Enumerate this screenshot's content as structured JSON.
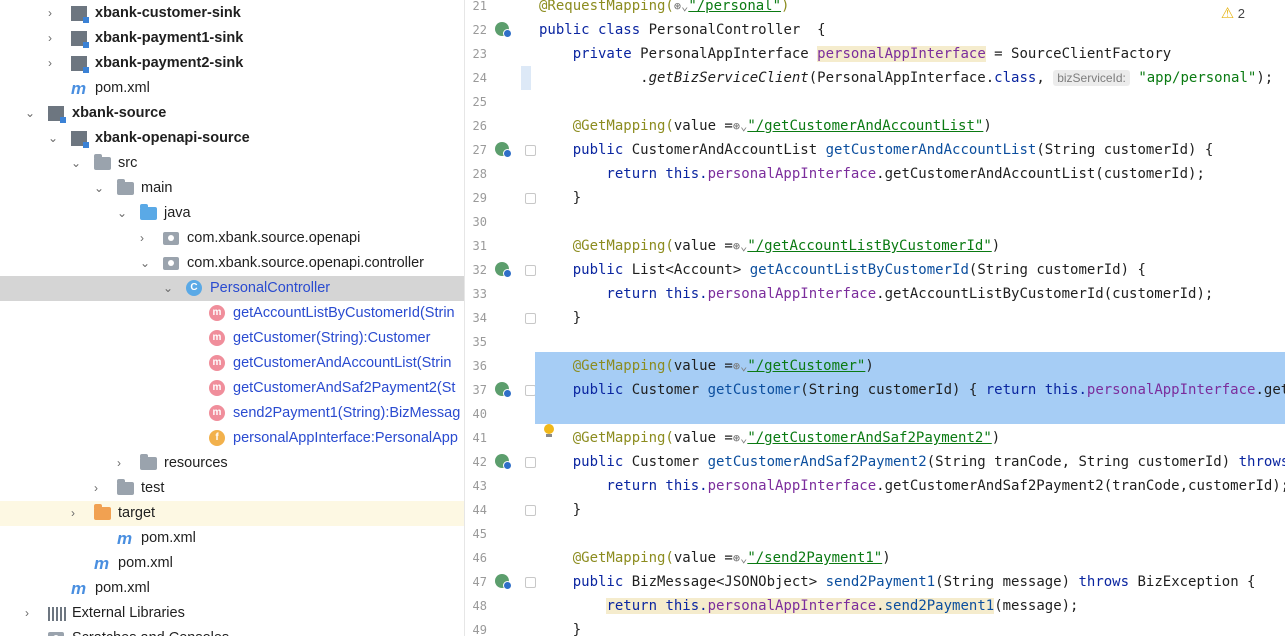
{
  "tree": [
    {
      "label": "xbank-customer-sink",
      "indent": 1,
      "chev": "›",
      "icon": "module",
      "bold": true
    },
    {
      "label": "xbank-payment1-sink",
      "indent": 1,
      "chev": "›",
      "icon": "module",
      "bold": true
    },
    {
      "label": "xbank-payment2-sink",
      "indent": 1,
      "chev": "›",
      "icon": "module",
      "bold": true
    },
    {
      "label": "pom.xml",
      "indent": 1,
      "chev": "",
      "icon": "maven",
      "bold": false
    },
    {
      "label": "xbank-source",
      "indent": 0,
      "chev": "⌄",
      "icon": "module",
      "bold": true
    },
    {
      "label": "xbank-openapi-source",
      "indent": 1,
      "chev": "⌄",
      "icon": "module",
      "bold": true
    },
    {
      "label": "src",
      "indent": 2,
      "chev": "⌄",
      "icon": "folder",
      "bold": false
    },
    {
      "label": "main",
      "indent": 3,
      "chev": "⌄",
      "icon": "folder",
      "bold": false
    },
    {
      "label": "java",
      "indent": 4,
      "chev": "⌄",
      "icon": "folder-blue",
      "bold": false
    },
    {
      "label": "com.xbank.source.openapi",
      "indent": 5,
      "chev": "›",
      "icon": "package",
      "bold": false
    },
    {
      "label": "com.xbank.source.openapi.controller",
      "indent": 5,
      "chev": "⌄",
      "icon": "package",
      "bold": false
    },
    {
      "label": "PersonalController",
      "indent": 6,
      "chev": "⌄",
      "icon": "class",
      "bold": false,
      "selected": true,
      "blue": true
    },
    {
      "label": "getAccountListByCustomerId(Strin",
      "indent": 7,
      "chev": "",
      "icon": "method",
      "bold": false,
      "blue": true
    },
    {
      "label": "getCustomer(String):Customer",
      "indent": 7,
      "chev": "",
      "icon": "method",
      "bold": false,
      "blue": true
    },
    {
      "label": "getCustomerAndAccountList(Strin",
      "indent": 7,
      "chev": "",
      "icon": "method",
      "bold": false,
      "blue": true
    },
    {
      "label": "getCustomerAndSaf2Payment2(St",
      "indent": 7,
      "chev": "",
      "icon": "method",
      "bold": false,
      "blue": true
    },
    {
      "label": "send2Payment1(String):BizMessag",
      "indent": 7,
      "chev": "",
      "icon": "method",
      "bold": false,
      "blue": true
    },
    {
      "label": "personalAppInterface:PersonalApp",
      "indent": 7,
      "chev": "",
      "icon": "field",
      "bold": false,
      "blue": true
    },
    {
      "label": "resources",
      "indent": 4,
      "chev": "›",
      "icon": "folder-res",
      "bold": false
    },
    {
      "label": "test",
      "indent": 3,
      "chev": "›",
      "icon": "folder",
      "bold": false
    },
    {
      "label": "target",
      "indent": 2,
      "chev": "›",
      "icon": "folder-orange",
      "bold": false,
      "highlight": true
    },
    {
      "label": "pom.xml",
      "indent": 3,
      "chev": "",
      "icon": "maven",
      "bold": false
    },
    {
      "label": "pom.xml",
      "indent": 2,
      "chev": "",
      "icon": "maven",
      "bold": false
    },
    {
      "label": "pom.xml",
      "indent": 1,
      "chev": "",
      "icon": "maven",
      "bold": false
    },
    {
      "label": "External Libraries",
      "indent": 0,
      "chev": "›",
      "icon": "libs",
      "bold": false
    },
    {
      "label": "Scratches and Consoles",
      "indent": 0,
      "chev": "›",
      "icon": "scratch",
      "bold": false
    }
  ],
  "icons": {
    "c": "C",
    "m": "m",
    "f": "f"
  },
  "editor": {
    "warning_count": "2",
    "line_numbers": [
      "21",
      "22",
      "23",
      "24",
      "25",
      "26",
      "27",
      "28",
      "29",
      "30",
      "31",
      "32",
      "33",
      "34",
      "35",
      "36",
      "37",
      "40",
      "41",
      "42",
      "43",
      "44",
      "45",
      "46",
      "47",
      "48",
      "49"
    ],
    "lines": [
      [
        {
          "t": "@RequestMapping(",
          "c": "ann"
        },
        {
          "t": "⊛⌄",
          "c": "globe"
        },
        {
          "t": "\"/personal\"",
          "c": "url"
        },
        {
          "t": ")",
          "c": "ann"
        }
      ],
      [
        {
          "t": "public class ",
          "c": "kw"
        },
        {
          "t": "PersonalController  {",
          "c": ""
        }
      ],
      [
        {
          "t": "    private ",
          "c": "kw"
        },
        {
          "t": "PersonalAppInterface ",
          "c": ""
        },
        {
          "t": "personalAppInterface",
          "c": "fld hlv"
        },
        {
          "t": " = SourceClientFactory",
          "c": ""
        }
      ],
      [
        {
          "t": "            .",
          "c": ""
        },
        {
          "t": "getBizServiceClient",
          "c": "ital"
        },
        {
          "t": "(PersonalAppInterface.",
          "c": ""
        },
        {
          "t": "class",
          "c": "kw"
        },
        {
          "t": ", ",
          "c": ""
        },
        {
          "t": "bizServiceId:",
          "c": "hint"
        },
        {
          "t": " \"app/personal\"",
          "c": "str"
        },
        {
          "t": ");",
          "c": ""
        }
      ],
      [],
      [
        {
          "t": "    @GetMapping(",
          "c": "ann"
        },
        {
          "t": "value =",
          "c": ""
        },
        {
          "t": "⊛⌄",
          "c": "globe"
        },
        {
          "t": "\"/getCustomerAndAccountList\"",
          "c": "url"
        },
        {
          "t": ")",
          "c": ""
        }
      ],
      [
        {
          "t": "    public ",
          "c": "kw"
        },
        {
          "t": "CustomerAndAccountList ",
          "c": ""
        },
        {
          "t": "getCustomerAndAccountList",
          "c": "mth"
        },
        {
          "t": "(String customerId) {",
          "c": ""
        }
      ],
      [
        {
          "t": "        return this.",
          "c": "kw"
        },
        {
          "t": "personalAppInterface",
          "c": "fld"
        },
        {
          "t": ".getCustomerAndAccountList(customerId);",
          "c": ""
        }
      ],
      [
        {
          "t": "    }",
          "c": ""
        }
      ],
      [],
      [
        {
          "t": "    @GetMapping(",
          "c": "ann"
        },
        {
          "t": "value =",
          "c": ""
        },
        {
          "t": "⊛⌄",
          "c": "globe"
        },
        {
          "t": "\"/getAccountListByCustomerId\"",
          "c": "url"
        },
        {
          "t": ")",
          "c": ""
        }
      ],
      [
        {
          "t": "    public ",
          "c": "kw"
        },
        {
          "t": "List<Account> ",
          "c": ""
        },
        {
          "t": "getAccountListByCustomerId",
          "c": "mth"
        },
        {
          "t": "(String customerId) {",
          "c": ""
        }
      ],
      [
        {
          "t": "        return this.",
          "c": "kw"
        },
        {
          "t": "personalAppInterface",
          "c": "fld"
        },
        {
          "t": ".getAccountListByCustomerId(customerId);",
          "c": ""
        }
      ],
      [
        {
          "t": "    }",
          "c": ""
        }
      ],
      [],
      [
        {
          "t": "    @GetMapping(",
          "c": "ann"
        },
        {
          "t": "value =",
          "c": ""
        },
        {
          "t": "⊛⌄",
          "c": "globe"
        },
        {
          "t": "\"/getCustomer\"",
          "c": "url"
        },
        {
          "t": ")",
          "c": ""
        }
      ],
      [
        {
          "t": "    public ",
          "c": "kw"
        },
        {
          "t": "Customer ",
          "c": ""
        },
        {
          "t": "getCustomer",
          "c": "mth"
        },
        {
          "t": "(String customerId) { ",
          "c": ""
        },
        {
          "t": "return this.",
          "c": "kw"
        },
        {
          "t": "personalAppInterface",
          "c": "fld"
        },
        {
          "t": ".getCustomer(customerId); }",
          "c": ""
        }
      ],
      [],
      [
        {
          "t": "    @GetMapping(",
          "c": "ann"
        },
        {
          "t": "value =",
          "c": ""
        },
        {
          "t": "⊛⌄",
          "c": "globe"
        },
        {
          "t": "\"/getCustomerAndSaf2Payment2\"",
          "c": "url"
        },
        {
          "t": ")",
          "c": ""
        }
      ],
      [
        {
          "t": "    public ",
          "c": "kw"
        },
        {
          "t": "Customer ",
          "c": ""
        },
        {
          "t": "getCustomerAndSaf2Payment2",
          "c": "mth"
        },
        {
          "t": "(String tranCode, String customerId) ",
          "c": ""
        },
        {
          "t": "throws",
          "c": "kw"
        }
      ],
      [
        {
          "t": "        return this.",
          "c": "kw"
        },
        {
          "t": "personalAppInterface",
          "c": "fld"
        },
        {
          "t": ".getCustomerAndSaf2Payment2(tranCode,customerId);",
          "c": ""
        }
      ],
      [
        {
          "t": "    }",
          "c": ""
        }
      ],
      [],
      [
        {
          "t": "    @GetMapping(",
          "c": "ann"
        },
        {
          "t": "value =",
          "c": ""
        },
        {
          "t": "⊛⌄",
          "c": "globe"
        },
        {
          "t": "\"/send2Payment1\"",
          "c": "url"
        },
        {
          "t": ")",
          "c": ""
        }
      ],
      [
        {
          "t": "    public ",
          "c": "kw"
        },
        {
          "t": "BizMessage<JSONObject> ",
          "c": ""
        },
        {
          "t": "send2Payment1",
          "c": "mth"
        },
        {
          "t": "(String message) ",
          "c": ""
        },
        {
          "t": "throws ",
          "c": "kw"
        },
        {
          "t": "BizException {",
          "c": ""
        }
      ],
      [
        {
          "t": "        ",
          "c": ""
        },
        {
          "t": "return this.",
          "c": "kw hlv"
        },
        {
          "t": "personalAppInterface",
          "c": "fld hlv"
        },
        {
          "t": ".",
          "c": "hlv"
        },
        {
          "t": "send2Payment1",
          "c": "mth hlv"
        },
        {
          "t": "(message);",
          "c": ""
        }
      ],
      [
        {
          "t": "    }",
          "c": ""
        }
      ]
    ],
    "bean_lines": [
      1,
      6,
      11,
      16,
      19,
      24
    ],
    "fold_lines": [
      6,
      8,
      11,
      13,
      16,
      19,
      21,
      24
    ]
  }
}
